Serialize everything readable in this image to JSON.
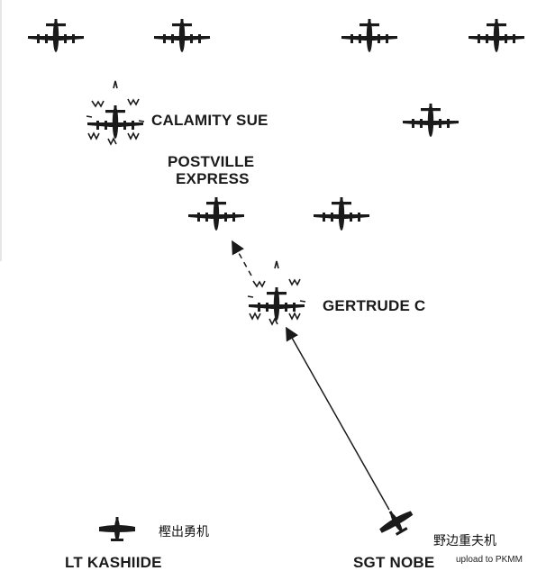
{
  "bombers": [
    {
      "id": "b1"
    },
    {
      "id": "b2"
    },
    {
      "id": "b3"
    },
    {
      "id": "b4"
    },
    {
      "id": "b5",
      "label": "calamity"
    },
    {
      "id": "b6"
    },
    {
      "id": "b7",
      "label": "postville"
    },
    {
      "id": "b8"
    },
    {
      "id": "b9",
      "label": "gertrude"
    }
  ],
  "labels": {
    "calamity_sue": "CALAMITY SUE",
    "postville_line1": "POSTVILLE",
    "postville_line2": "EXPRESS",
    "gertrude_c": "GERTRUDE C",
    "lt_kashiide": "LT KASHIIDE",
    "lt_kashiide_jp": "樫出勇机",
    "sgt_nobe": "SGT NOBE",
    "sgt_nobe_jp": "野边重夫机",
    "credit": "upload to PKMM"
  },
  "colors": {
    "ink": "#1a1a1a",
    "background": "#ffffff"
  }
}
